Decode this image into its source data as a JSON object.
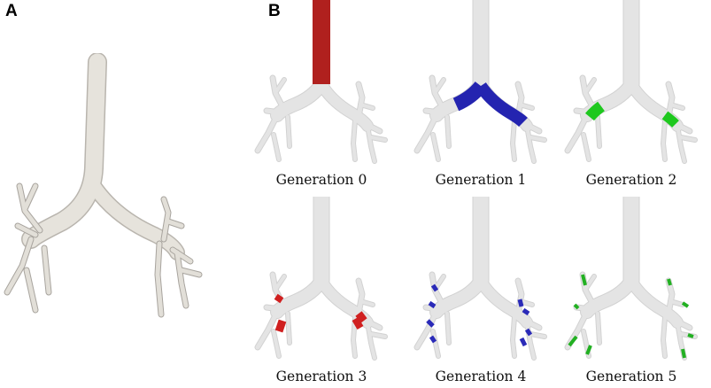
{
  "panels": {
    "a": {
      "letter": "A"
    },
    "b": {
      "letter": "B"
    }
  },
  "generations": [
    {
      "caption": "Generation 0",
      "color": "#b0201e"
    },
    {
      "caption": "Generation 1",
      "color": "#2424b0"
    },
    {
      "caption": "Generation 2",
      "color": "#1ec81e"
    },
    {
      "caption": "Generation 3",
      "color": "#d02020"
    },
    {
      "caption": "Generation 4",
      "color": "#2a2ab8"
    },
    {
      "caption": "Generation 5",
      "color": "#22b022"
    }
  ],
  "colors": {
    "airway_main": "#e6e3dc",
    "airway_shadow": "#b9b5ae",
    "airway_faded": "#e4e4e4",
    "airway_faded_edge": "#d2d2d2"
  }
}
